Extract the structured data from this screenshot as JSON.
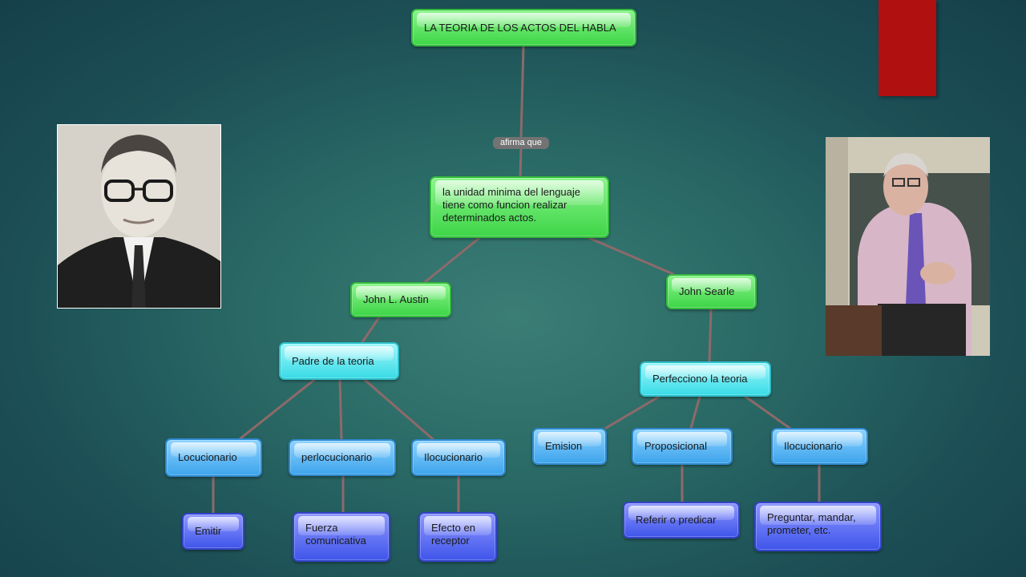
{
  "title": "LA TEORIA DE LOS ACTOS DEL HABLA",
  "link_label": "afirma que",
  "central": "la unidad minima del lenguaje tiene como funcion realizar determinados actos.",
  "austin": {
    "name": "John L. Austin",
    "role": "Padre de la teoria",
    "acts": [
      {
        "label": "Locucionario",
        "child": "Emitir"
      },
      {
        "label": "perlocucionario",
        "child": "Fuerza comunicativa"
      },
      {
        "label": "Ilocucionario",
        "child": "Efecto en receptor"
      }
    ]
  },
  "searle": {
    "name": "John Searle",
    "role": "Perfecciono la teoria",
    "acts": [
      {
        "label": "Emision"
      },
      {
        "label": "Proposicional",
        "child": "Referir o predicar"
      },
      {
        "label": "Ilocucionario",
        "child": "Preguntar, mandar, prometer, etc."
      }
    ]
  },
  "colors": {
    "accent_red": "#b01010",
    "node_green": "#3ed548",
    "node_cyan": "#38dbe6",
    "node_blue": "#3ea4ec",
    "node_indigo": "#3f55ea",
    "connector": "#8c6a6a"
  }
}
